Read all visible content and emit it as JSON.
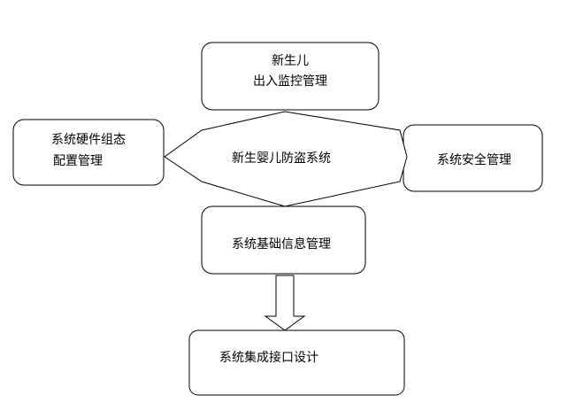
{
  "diagram": {
    "nodes": {
      "center": {
        "label": "新生婴儿防盗系统"
      },
      "top": {
        "lines": [
          "新生儿",
          "出入监控管理"
        ]
      },
      "left": {
        "lines": [
          "系统硬件组态",
          "配置管理"
        ]
      },
      "right": {
        "label": "系统安全管理"
      },
      "base_info": {
        "label": "系统基础信息管理"
      },
      "interface": {
        "label": "系统集成接口设计"
      }
    },
    "connector": {
      "from": "base_info",
      "to": "interface",
      "style": "hollow-arrow"
    }
  }
}
